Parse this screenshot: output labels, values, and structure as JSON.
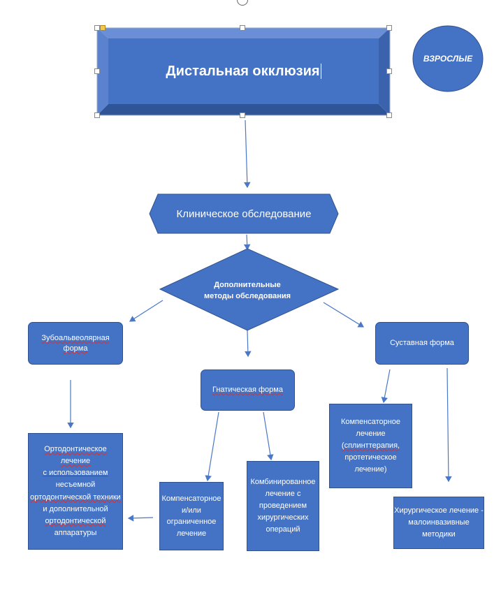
{
  "title": "Дистальная окклюзия",
  "badge": "ВЗРОСЛЫЕ",
  "clinical_exam": "Клиническое обследование",
  "extra_methods": [
    "Дополнительные",
    "методы обследования"
  ],
  "forms": {
    "dentoalveolar": "Зубоальвеолярная форма",
    "gnathic": "Гнатическая форма",
    "articular": "Суставная форма"
  },
  "treatments": {
    "ortho": [
      "Ортодонтическое лечение",
      "с использованием",
      "несъемной",
      "ортодонтической техники",
      "и дополнительной",
      "ортодонтической",
      "аппаратуры"
    ],
    "compensatory_limited": [
      "Компенсаторное",
      "и/или",
      "ограниченное",
      "лечение"
    ],
    "combined": [
      "Комбинированное",
      "лечение с",
      "проведением",
      "хирургических",
      "операций"
    ],
    "compensatory_splint": [
      "Компенсаторное",
      "лечение",
      "(сплинттерапия,",
      "протетическое",
      "лечение)"
    ],
    "surgical": [
      "Хирургическое лечение -",
      "малоинвазивные",
      "методики"
    ]
  },
  "colors": {
    "fill": "#4472c4",
    "border": "#2f528f",
    "arrow": "#4a78c8"
  }
}
